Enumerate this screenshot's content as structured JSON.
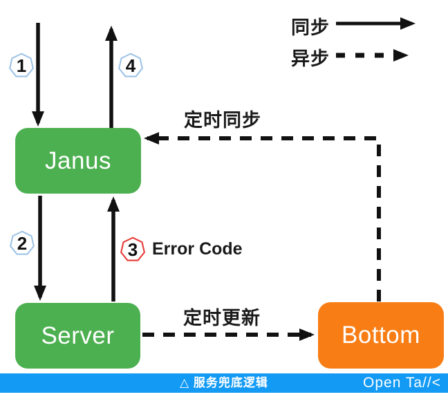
{
  "legend": {
    "sync": {
      "label": "同步",
      "style": "solid"
    },
    "async": {
      "label": "异步",
      "style": "dashed"
    }
  },
  "nodes": {
    "janus": {
      "label": "Janus",
      "color": "#4caf50"
    },
    "server": {
      "label": "Server",
      "color": "#4caf50"
    },
    "bottom": {
      "label": "Bottom",
      "color": "#f87d15"
    }
  },
  "steps": {
    "s1": {
      "number": "1",
      "outline": "#9dc3e6"
    },
    "s2": {
      "number": "2",
      "outline": "#9dc3e6"
    },
    "s3": {
      "number": "3",
      "outline": "#e53935",
      "note": "Error Code"
    },
    "s4": {
      "number": "4",
      "outline": "#9dc3e6"
    }
  },
  "edges": {
    "timed_sync": {
      "label": "定时同步",
      "style": "dashed",
      "from": "Bottom",
      "to": "Janus"
    },
    "timed_update": {
      "label": "定时更新",
      "style": "dashed",
      "from": "Server",
      "to": "Bottom"
    }
  },
  "footer": {
    "caption": "△ 服务兜底逻辑",
    "logo": "Open Ta//<",
    "bar_color": "#129af5"
  },
  "colors": {
    "arrow": "#111111",
    "background": "#ffffff"
  }
}
